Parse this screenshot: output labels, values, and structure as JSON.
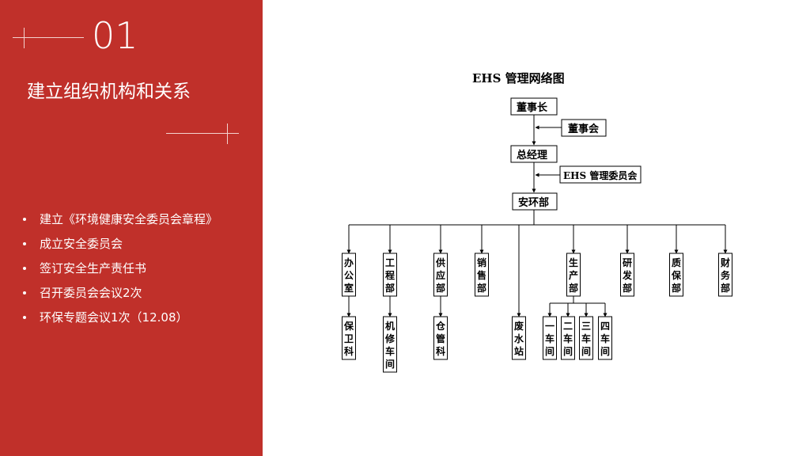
{
  "left": {
    "section_number": "01",
    "section_title": "建立组织机构和关系",
    "bullets": [
      "建立《环境健康安全委员会章程》",
      "成立安全委员会",
      "签订安全生产责任书",
      "召开委员会会议2次",
      "环保专题会议1次（12.08）"
    ]
  },
  "diagram": {
    "title": "EHS 管理网络图",
    "chairman": "董事长",
    "board": "董事会",
    "general_manager": "总经理",
    "ehs_committee": "EHS 管理委员会",
    "safety_dept": "安环部",
    "departments": [
      "办公室",
      "工程部",
      "供应部",
      "销售部",
      "生产部",
      "研发部",
      "质保部",
      "财务部"
    ],
    "sub_units": [
      "保卫科",
      "机修车间",
      "仓管科",
      "废水站"
    ],
    "workshops": [
      "一车间",
      "二车间",
      "三车间",
      "四车间"
    ]
  },
  "colors": {
    "panel": "#c0302a",
    "panel_text": "#ffffff",
    "diagram_ink": "#000000"
  }
}
